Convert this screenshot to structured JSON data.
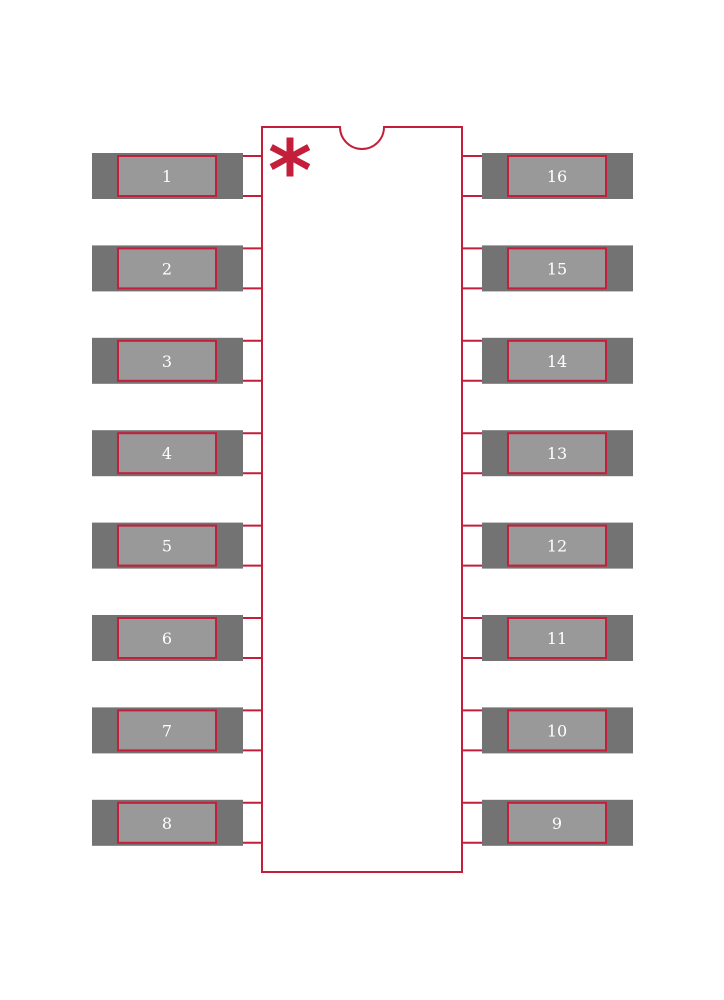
{
  "colors": {
    "background": "#ffffff",
    "outline": "#c41e3a",
    "pad_dark": "#737373",
    "pad_light": "#999999",
    "pin_label": "#ffffff"
  },
  "pin1_marker": "*",
  "left_pins": [
    "1",
    "2",
    "3",
    "4",
    "5",
    "6",
    "7",
    "8"
  ],
  "right_pins": [
    "16",
    "15",
    "14",
    "13",
    "12",
    "11",
    "10",
    "9"
  ]
}
